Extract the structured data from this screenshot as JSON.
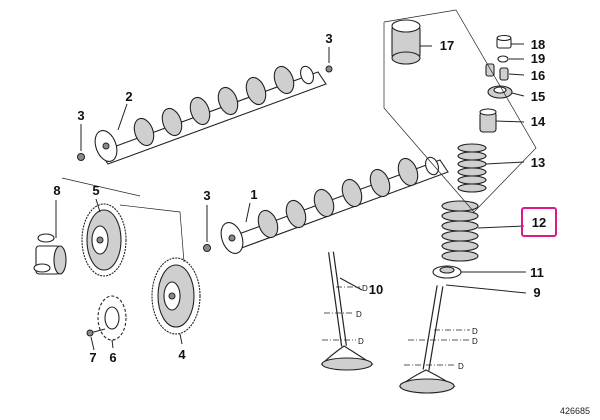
{
  "callouts": {
    "c1": "1",
    "c2": "2",
    "c3a": "3",
    "c3b": "3",
    "c3c": "3",
    "c4": "4",
    "c5": "5",
    "c6": "6",
    "c7": "7",
    "c8": "8",
    "c9": "9",
    "c10": "10",
    "c11": "11",
    "c12": "12",
    "c13": "13",
    "c14": "14",
    "c15": "15",
    "c16": "16",
    "c17": "17",
    "c18": "18",
    "c19": "19"
  },
  "dimension_marks": {
    "d": "D"
  },
  "reference_number": "426685",
  "highlight": {
    "part": "12",
    "color": "#e0168c"
  }
}
